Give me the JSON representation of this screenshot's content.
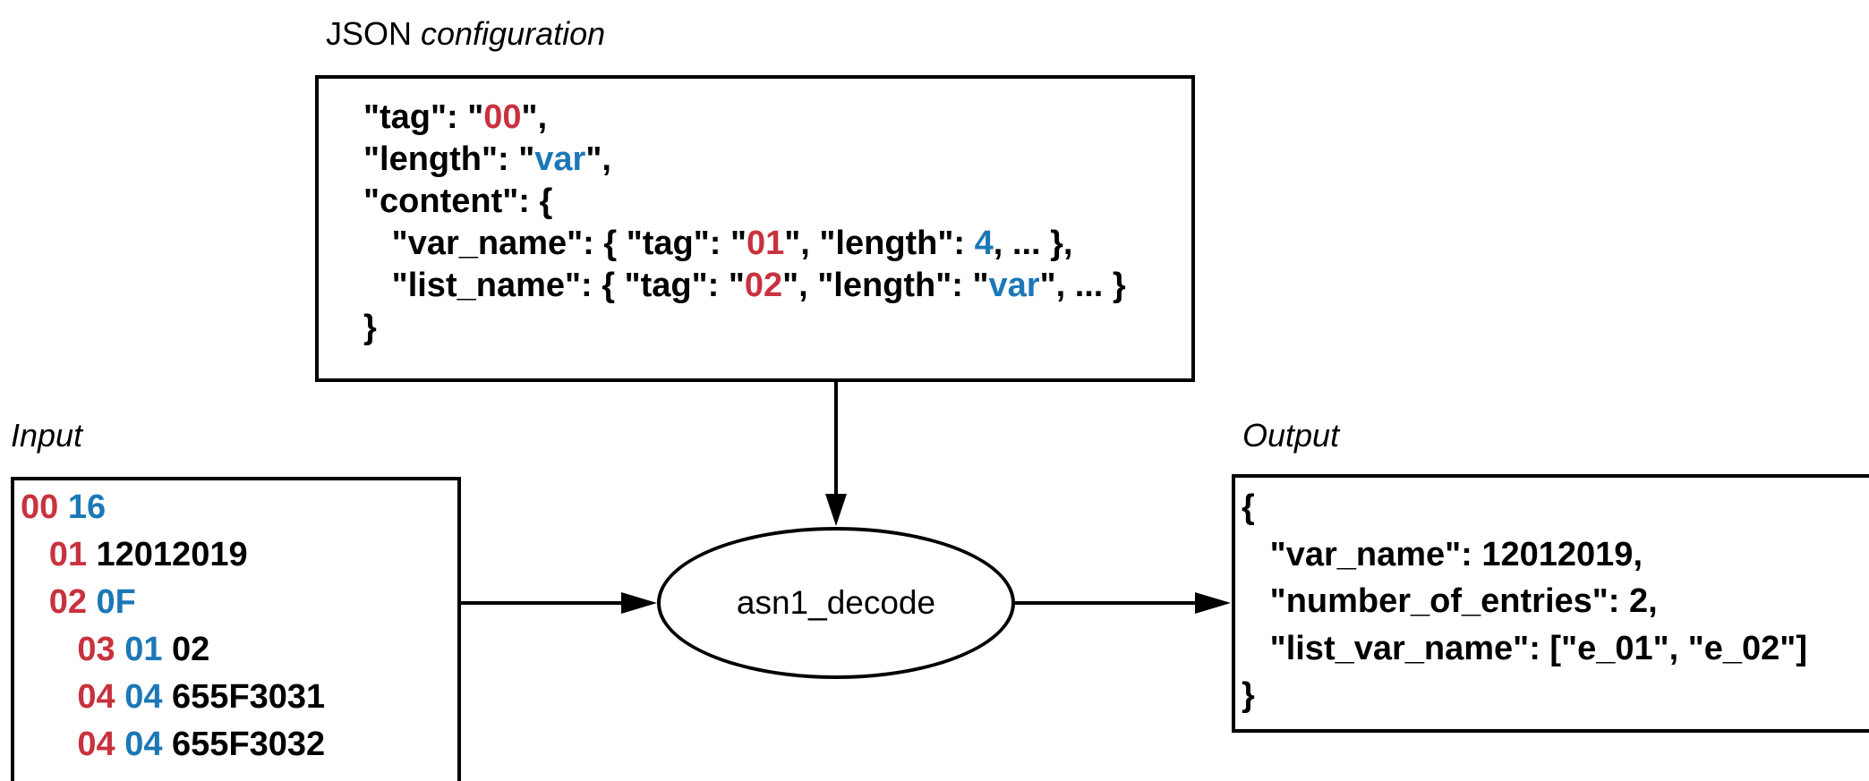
{
  "config": {
    "caption_plain": "JSON ",
    "caption_italic": "configuration",
    "lines": [
      [
        {
          "t": "\"tag\": \""
        },
        {
          "t": "00",
          "c": "tag"
        },
        {
          "t": "\","
        }
      ],
      [
        {
          "t": "\"length\": \""
        },
        {
          "t": "var",
          "c": "len"
        },
        {
          "t": "\","
        }
      ],
      [
        {
          "t": "\"content\": {"
        }
      ],
      [
        {
          "t": "   \"var_name\": { \"tag\": \""
        },
        {
          "t": "01",
          "c": "tag"
        },
        {
          "t": "\", \"length\": "
        },
        {
          "t": "4",
          "c": "len"
        },
        {
          "t": ", ... },"
        }
      ],
      [
        {
          "t": "   \"list_name\": { \"tag\": \""
        },
        {
          "t": "02",
          "c": "tag"
        },
        {
          "t": "\", \"length\": \""
        },
        {
          "t": "var",
          "c": "len"
        },
        {
          "t": "\", ... }"
        }
      ],
      [
        {
          "t": "}"
        }
      ]
    ]
  },
  "input": {
    "caption": "Input",
    "lines": [
      [
        {
          "t": "00",
          "c": "tag"
        },
        {
          "t": " "
        },
        {
          "t": "16",
          "c": "len"
        }
      ],
      [
        {
          "t": "   "
        },
        {
          "t": "01",
          "c": "tag"
        },
        {
          "t": " 12012019"
        }
      ],
      [
        {
          "t": "   "
        },
        {
          "t": "02",
          "c": "tag"
        },
        {
          "t": " "
        },
        {
          "t": "0F",
          "c": "len"
        }
      ],
      [
        {
          "t": "      "
        },
        {
          "t": "03",
          "c": "tag"
        },
        {
          "t": " "
        },
        {
          "t": "01",
          "c": "len"
        },
        {
          "t": " 02"
        }
      ],
      [
        {
          "t": "      "
        },
        {
          "t": "04",
          "c": "tag"
        },
        {
          "t": " "
        },
        {
          "t": "04",
          "c": "len"
        },
        {
          "t": " 655F3031"
        }
      ],
      [
        {
          "t": "      "
        },
        {
          "t": "04",
          "c": "tag"
        },
        {
          "t": " "
        },
        {
          "t": "04",
          "c": "len"
        },
        {
          "t": " 655F3032"
        }
      ]
    ]
  },
  "process": {
    "label": "asn1_decode"
  },
  "output": {
    "caption": "Output",
    "lines": [
      [
        {
          "t": "{"
        }
      ],
      [
        {
          "t": "   \"var_name\": 12012019,"
        }
      ],
      [
        {
          "t": "   \"number_of_entries\": 2,"
        }
      ],
      [
        {
          "t": "   \"list_var_name\": [\"e_01\", \"e_02\"]"
        }
      ],
      [
        {
          "t": "}"
        }
      ]
    ]
  },
  "colors": {
    "tag": "#c8323e",
    "length": "#1b78b7",
    "stroke": "#000000"
  }
}
